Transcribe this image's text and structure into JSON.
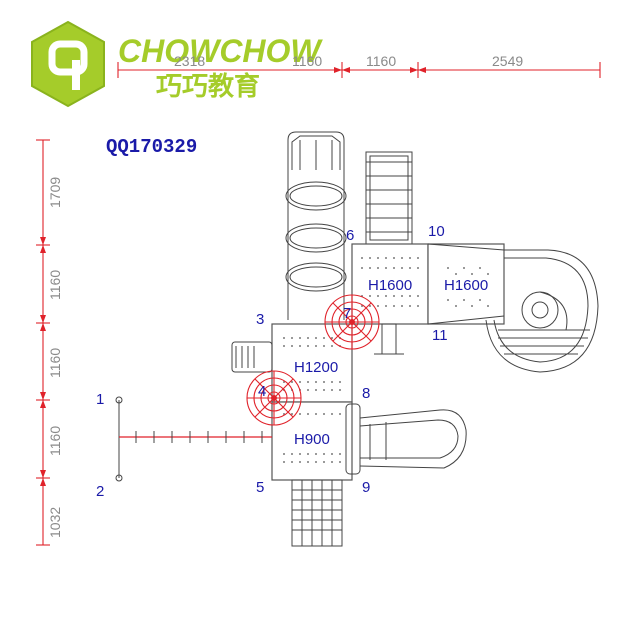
{
  "brand": {
    "name": "CHOWCHOW",
    "subtitle_cn": "巧巧教育",
    "logo_letter": "q",
    "colors": {
      "green": "#a5cc2a",
      "dark_green": "#8ab31d"
    }
  },
  "model_code": "QQ170329",
  "dimensions": {
    "top": [
      "2318",
      "1160",
      "1160",
      "2549"
    ],
    "left": [
      "1709",
      "1160",
      "1160",
      "1160",
      "1032"
    ]
  },
  "point_labels": [
    "1",
    "2",
    "3",
    "4",
    "5",
    "6",
    "7",
    "8",
    "9",
    "10",
    "11"
  ],
  "deck_heights": [
    "H1600",
    "H1600",
    "H1200",
    "H900"
  ],
  "colors": {
    "label_blue": "#1a1aa8",
    "dim_red": "#e0222a",
    "line": "#444444"
  }
}
